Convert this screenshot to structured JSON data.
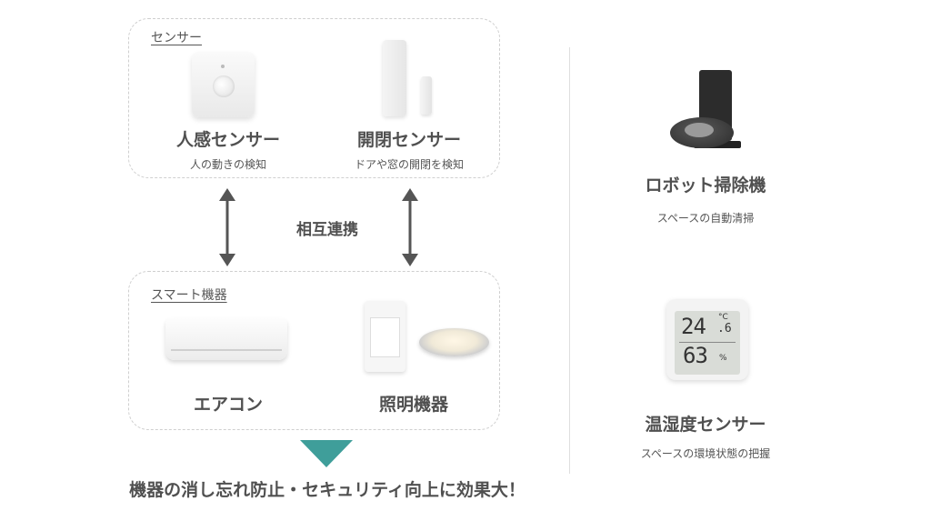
{
  "sensors": {
    "group_label": "センサー",
    "items": [
      {
        "title": "人感センサー",
        "subtitle": "人の動きの検知",
        "image": "motion-sensor"
      },
      {
        "title": "開閉センサー",
        "subtitle": "ドアや窓の開閉を検知",
        "image": "door-window-sensor"
      }
    ]
  },
  "link_label": "相互連携",
  "devices": {
    "group_label": "スマート機器",
    "items": [
      {
        "title": "エアコン",
        "image": "air-conditioner"
      },
      {
        "title": "照明機器",
        "image": "wall-switch-and-downlight"
      }
    ]
  },
  "effect_text": "機器の消し忘れ防止・セキュリティ向上に効果大！",
  "right_items": [
    {
      "title": "ロボット掃除機",
      "subtitle": "スペースの自動清掃",
      "image": "robot-vacuum"
    },
    {
      "title": "温湿度センサー",
      "subtitle": "スペースの環境状態の把握",
      "image": "thermo-hygrometer"
    }
  ],
  "thermo_display": {
    "temp_int": "24",
    "temp_dec": ".6",
    "temp_unit": "°C",
    "humidity": "63",
    "humidity_unit": "%"
  },
  "colors": {
    "accent_triangle": "#3f9e9a",
    "arrow": "#555555",
    "text": "#505050"
  }
}
